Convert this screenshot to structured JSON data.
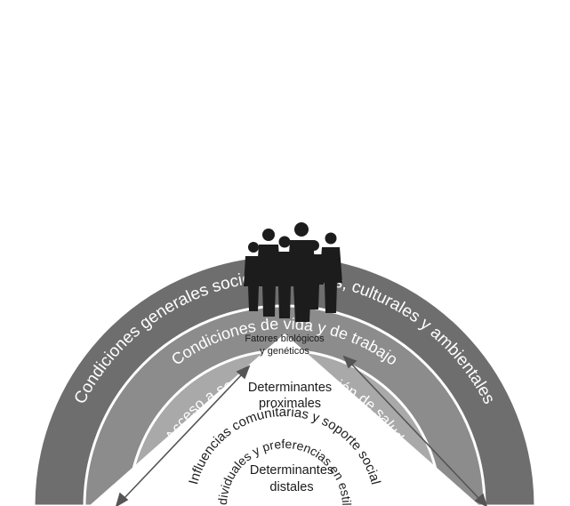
{
  "layers": [
    {
      "label": "Condiciones generales socioeconómicas, culturales y ambientales",
      "fill": "#6e6e6e"
    },
    {
      "label": "Condiciones de vida y de trabajo",
      "fill": "#8c8c8c"
    },
    {
      "label": "Acceso a servicios de atención de salud",
      "fill": "#a9a9a9"
    },
    {
      "label": "Influencias comunitarias y soporte social",
      "fill": "#c6c6c6"
    },
    {
      "label": "factores individuales y preferencias en estilos de vida",
      "fill": "#e4e4e4"
    }
  ],
  "core": {
    "line1": "Fatores biológicos",
    "line2": "y genéticos"
  },
  "proximal": {
    "line1": "Determinantes",
    "line2": "proximales"
  },
  "distal": {
    "line1": "Determinantes",
    "line2": "distales"
  },
  "colors": {
    "background": "#ffffff",
    "arrow": "#555555",
    "figures": "#1c1c1c"
  }
}
